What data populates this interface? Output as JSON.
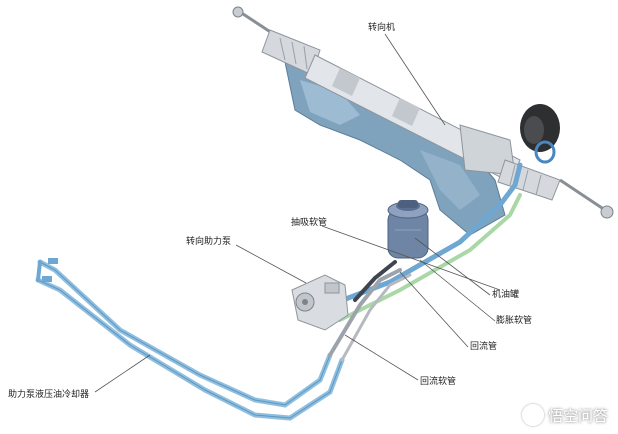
{
  "labels": {
    "steering_gear": "转向机",
    "suction_hose": "抽吸软管",
    "power_pump": "转向助力泵",
    "oil_reservoir": "机油罐",
    "expansion_hose": "膨胀软管",
    "return_pipe": "回流管",
    "return_hose": "回流软管",
    "cooler": "助力泵液压油冷却器"
  },
  "watermark": {
    "text": "悟空问答"
  },
  "colors": {
    "pipe_blue": "#8fbfe0",
    "pipe_blue_dark": "#4a86c0",
    "pipe_green": "#a9d8a6",
    "pipe_gray": "#9da3aa",
    "metal": "#d9dde2",
    "bracket": "#7fa2bd",
    "reservoir": "#6f85a6"
  }
}
